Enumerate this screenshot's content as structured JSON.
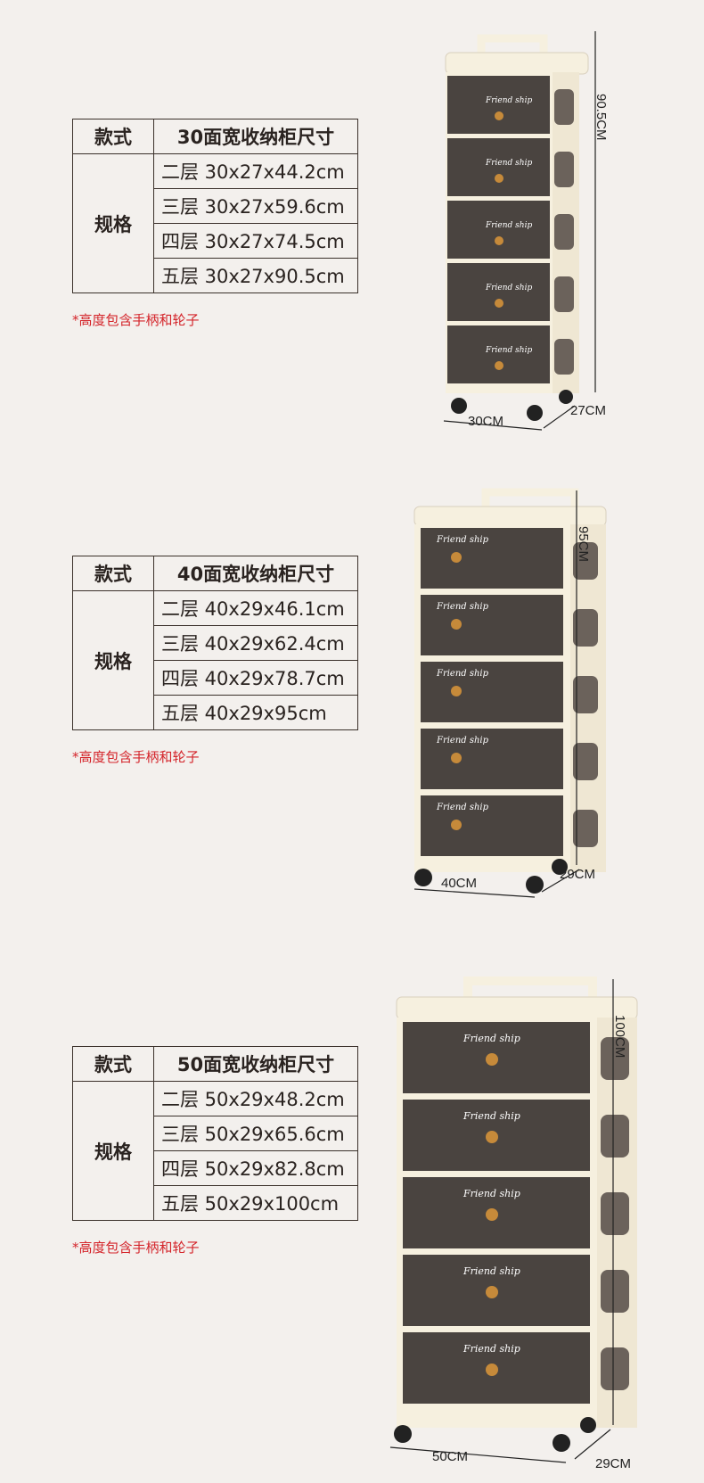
{
  "sections": [
    {
      "header_left": "款式",
      "header_right": "30面宽收纳柜尺寸",
      "row_label": "规格",
      "rows": [
        "二层 30x27x44.2cm",
        "三层 30x27x59.6cm",
        "四层 30x27x74.5cm",
        "五层 30x27x90.5cm"
      ],
      "note": "*高度包含手柄和轮子",
      "brand": "Friend ship",
      "dim_height": "90.5CM",
      "dim_width": "30CM",
      "dim_depth": "27CM"
    },
    {
      "header_left": "款式",
      "header_right": "40面宽收纳柜尺寸",
      "row_label": "规格",
      "rows": [
        "二层 40x29x46.1cm",
        "三层 40x29x62.4cm",
        "四层 40x29x78.7cm",
        "五层 40x29x95cm"
      ],
      "note": "*高度包含手柄和轮子",
      "brand": "Friend ship",
      "dim_height": "95CM",
      "dim_width": "40CM",
      "dim_depth": "29CM"
    },
    {
      "header_left": "款式",
      "header_right": "50面宽收纳柜尺寸",
      "row_label": "规格",
      "rows": [
        "二层 50x29x48.2cm",
        "三层 50x29x65.6cm",
        "四层 50x29x82.8cm",
        "五层 50x29x100cm"
      ],
      "note": "*高度包含手柄和轮子",
      "brand": "Friend ship",
      "dim_height": "100CM",
      "dim_width": "50CM",
      "dim_depth": "29CM"
    }
  ],
  "colors": {
    "background": "#f3f0ed",
    "frame": "#f6f0df",
    "drawer": "#4a4440",
    "note": "#d4242a",
    "knob": "#c68a3a"
  }
}
